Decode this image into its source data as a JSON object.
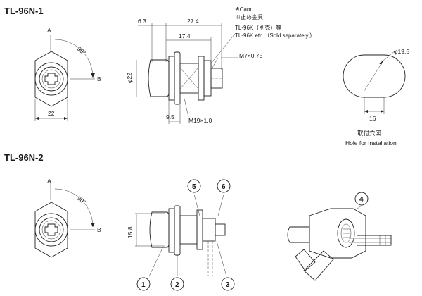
{
  "sections": {
    "n1_title": "TL-96N-1",
    "n2_title": "TL-96N-2"
  },
  "n1_front": {
    "label_a": "A",
    "label_b": "B",
    "angle": "90°",
    "width": "22"
  },
  "n1_side": {
    "d_6_3": "6.3",
    "d_27_4": "27.4",
    "d_17_4": "17.4",
    "d_phi22": "φ22",
    "d_9_5": "9.5",
    "thread_m19": "M19×1.0",
    "thread_m7": "M7×0.75",
    "note_cam": "※Cam",
    "note_stop": "※止め金具",
    "note_jp": "TL-96K（別売）等",
    "note_en": "TL-96K etc.（Sold separately.）"
  },
  "hole": {
    "d_19_5": "φ19.5",
    "d_16": "16",
    "caption_jp": "取付穴図",
    "caption_en": "Hole for Installation"
  },
  "n2_front": {
    "label_a": "A",
    "label_b": "B",
    "angle": "90°"
  },
  "n2_side": {
    "d_15_8": "15.8",
    "callout_1": "1",
    "callout_2": "2",
    "callout_3": "3",
    "callout_5": "5",
    "callout_6": "6"
  },
  "perspective": {
    "callout_4": "4"
  }
}
